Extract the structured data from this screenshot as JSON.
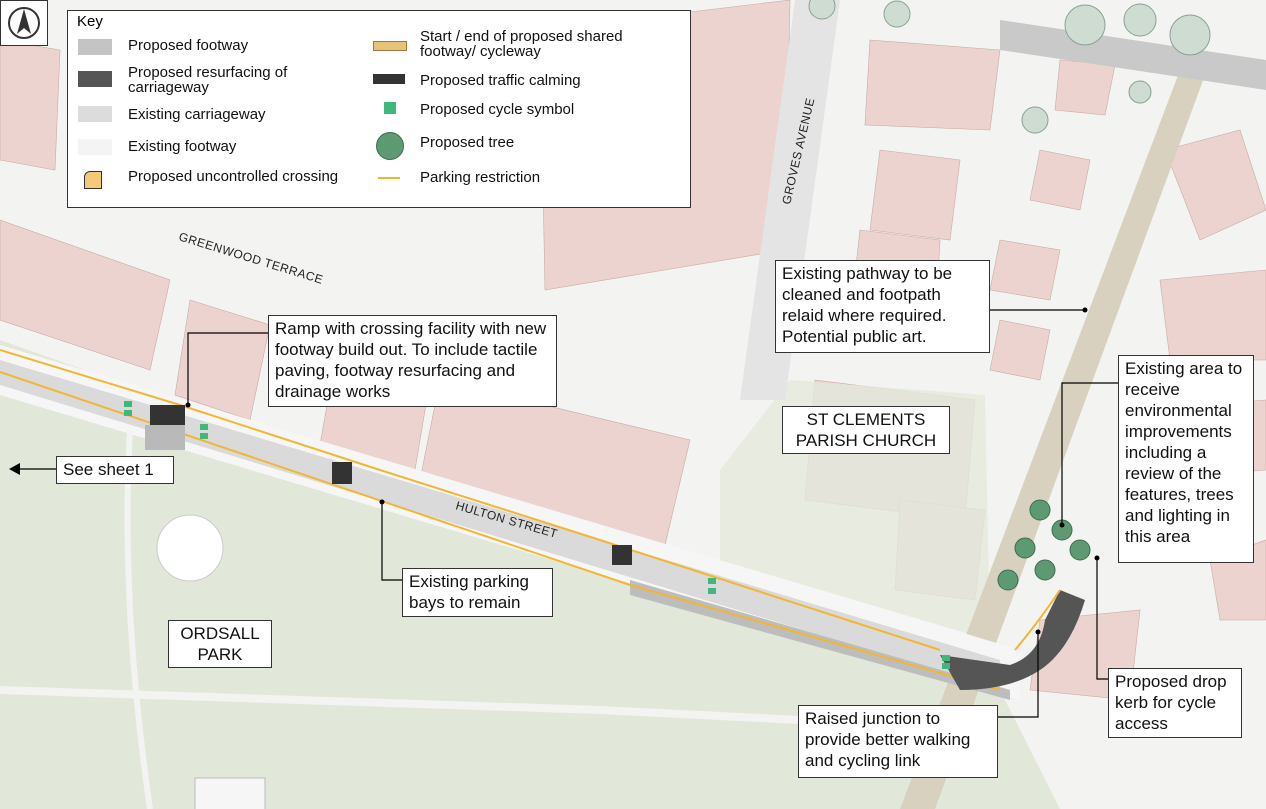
{
  "key": {
    "title": "Key",
    "items": [
      {
        "label": "Proposed footway",
        "icon": "proposed-footway-swatch"
      },
      {
        "label": "Proposed resurfacing of carriageway",
        "icon": "resurfacing-swatch"
      },
      {
        "label": "Existing carriageway",
        "icon": "existing-carriageway-swatch"
      },
      {
        "label": "Existing footway",
        "icon": "existing-footway-swatch"
      },
      {
        "label": "Proposed uncontrolled crossing",
        "icon": "crossing-swatch"
      },
      {
        "label": "Start / end of proposed shared footway/ cycleway",
        "icon": "shared-footway-swatch"
      },
      {
        "label": "Proposed traffic calming",
        "icon": "traffic-calming-swatch"
      },
      {
        "label": "Proposed cycle symbol",
        "icon": "cycle-symbol-icon"
      },
      {
        "label": "Proposed tree",
        "icon": "tree-icon"
      },
      {
        "label": "Parking restriction",
        "icon": "parking-restriction-swatch"
      }
    ]
  },
  "streets": {
    "greenwood": "GREENWOOD TERRACE",
    "groves": "GROVES AVENUE",
    "hulton": "HULTON STREET"
  },
  "places": {
    "church": "ST CLEMENTS\nPARISH CHURCH",
    "park": "ORDSALL\nPARK"
  },
  "annotations": {
    "ramp": "Ramp with crossing facility with new footway build out. To include tactile paving, footway resurfacing and drainage works",
    "pathway": "Existing pathway to be cleaned and footpath relaid where required. Potential public art.",
    "environment": "Existing area to receive environmental improvements including a review of the features, trees and lighting in this area",
    "see_sheet": "See sheet 1",
    "parking": "Existing parking bays to remain",
    "drop_kerb": "Proposed drop kerb for cycle access",
    "junction": "Raised junction to provide better walking and cycling link"
  },
  "colors": {
    "building": "#ecd3cf",
    "park": "#dfe7d6",
    "carriageway": "#dcdcdc",
    "footway": "#f4f4f4",
    "proposed_footway": "#c4c4c4",
    "resurfacing": "#555555",
    "parking_restriction": "#f2b632",
    "tree": "#5d9a73",
    "cycle": "#3fb87a",
    "path": "#d8d1bf"
  }
}
